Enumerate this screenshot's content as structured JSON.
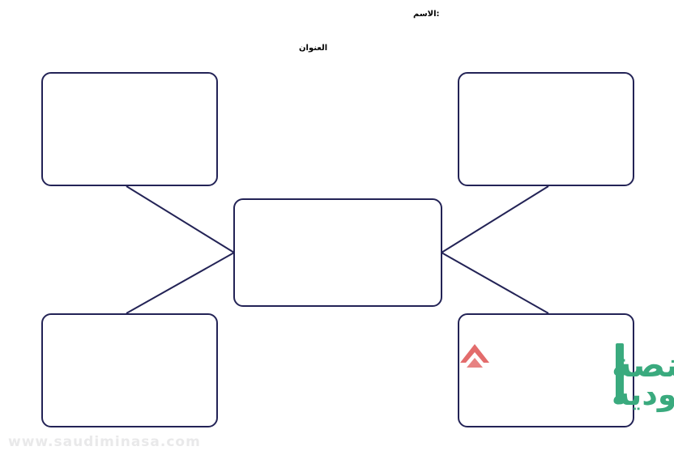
{
  "header": {
    "name_label": ":الاسم",
    "title_label": "العنوان"
  },
  "logo": {
    "line1": "المنصة",
    "line2": "السعودية",
    "url": "www.saudiminasa.com"
  },
  "colors": {
    "box_stroke": "#232356",
    "logo_red": "#e36c6c",
    "logo_green": "#3aaa7e",
    "watermark_gray": "#e9e9ea"
  }
}
